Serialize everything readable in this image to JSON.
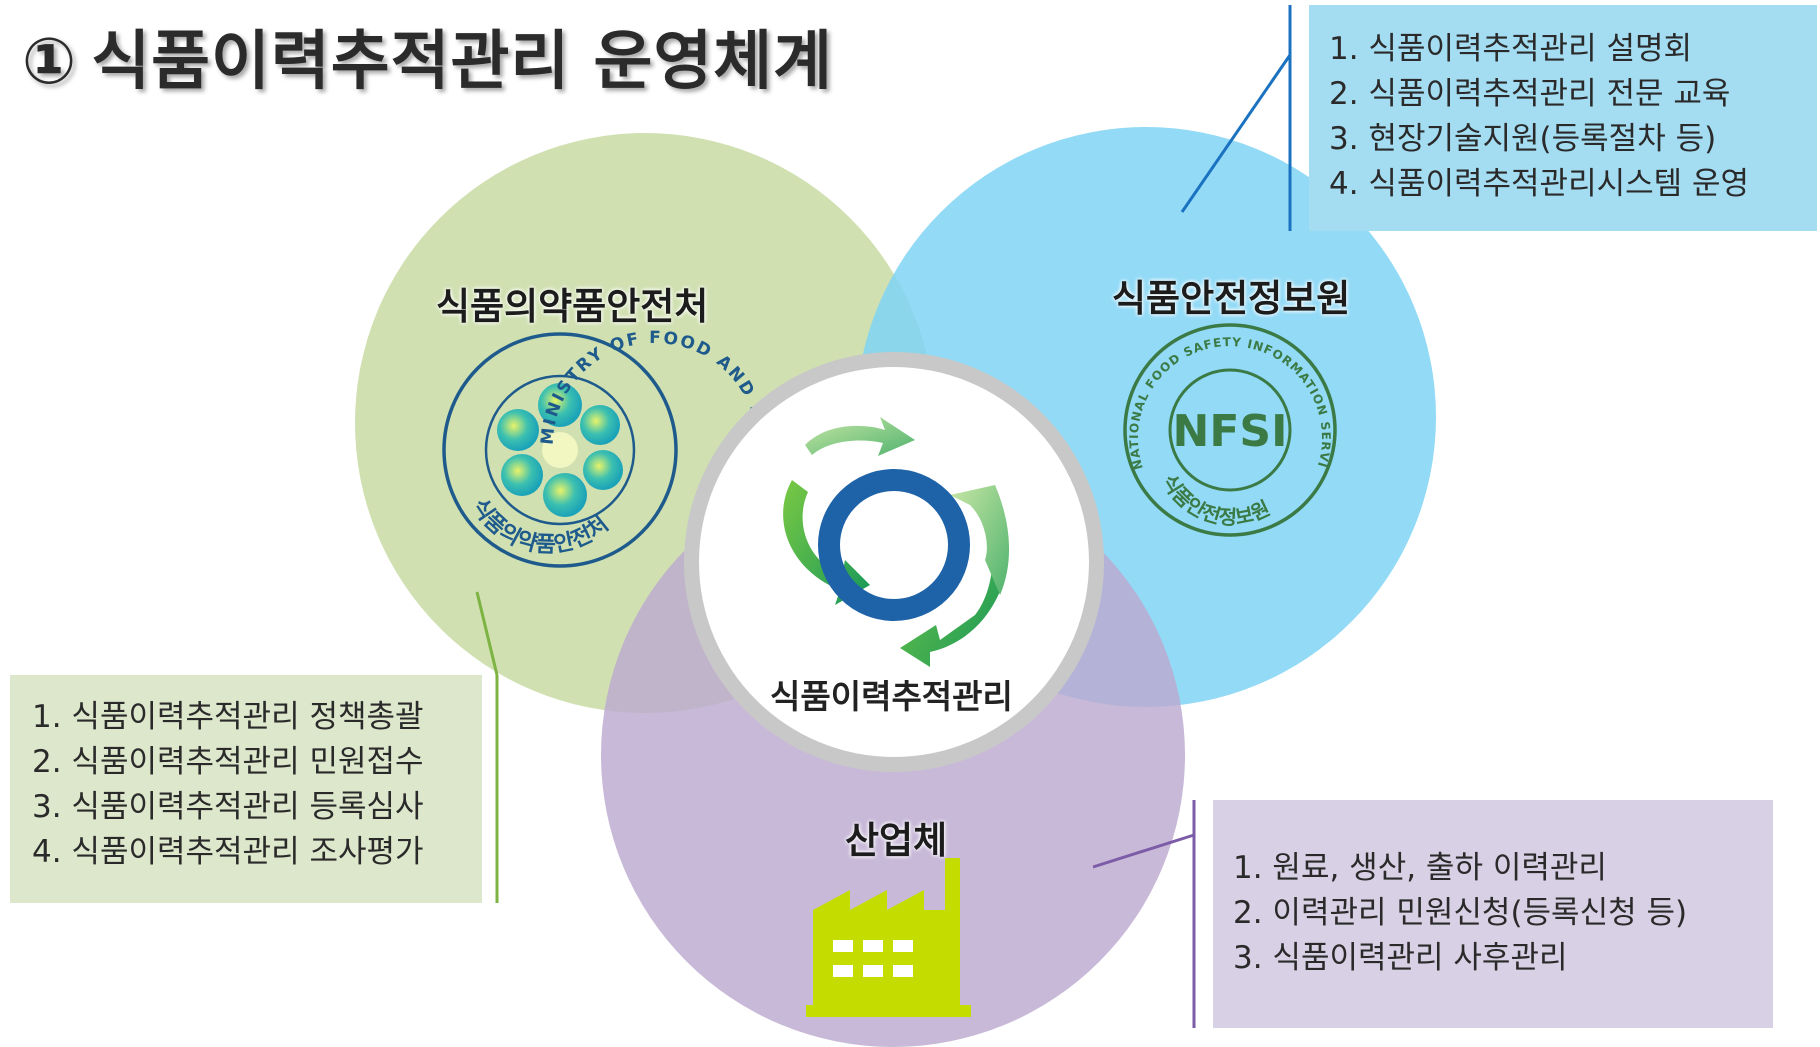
{
  "title": {
    "number": "①",
    "text": "식품이력추적관리 운영체계"
  },
  "center": {
    "label": "식품이력추적관리",
    "icon": "recycle-arrows-icon"
  },
  "mfds": {
    "label": "식품의약품안전처",
    "seal_en": "MINISTRY OF FOOD AND DRUGS",
    "seal_ko": "식품의약품안전처",
    "circle_color": "#cbdda8",
    "items": [
      "1. 식품이력추적관리 정책총괄",
      "2. 식품이력추적관리 민원접수",
      "3. 식품이력추적관리 등록심사",
      "4. 식품이력추적관리 조사평가"
    ]
  },
  "nfsi": {
    "label": "식품안전정보원",
    "seal_abbr": "NFSI",
    "seal_en": "NATIONAL FOOD SAFETY INFORMATION SERVICE",
    "seal_ko": "식품안전정보원",
    "circle_color": "#7fd3f4",
    "items": [
      "1. 식품이력추적관리 설명회",
      "2. 식품이력추적관리 전문 교육",
      "3. 현장기술지원(등록절차 등)",
      "4. 식품이력추적관리시스템 운영"
    ]
  },
  "industry": {
    "label": "산업체",
    "icon": "factory-icon",
    "circle_color": "#bcaad0",
    "items": [
      "1. 원료, 생산, 출하 이력관리",
      "2. 이력관리 민원신청(등록신청 등)",
      "3. 식품이력관리 사후관리"
    ]
  }
}
